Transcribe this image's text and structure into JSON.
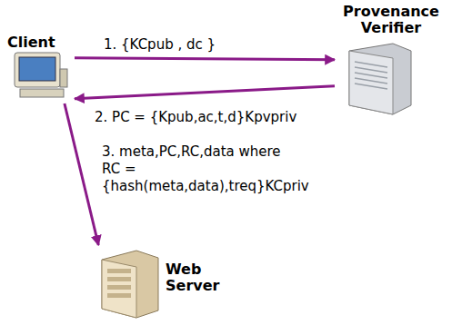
{
  "diagram": {
    "nodes": [
      {
        "text": [
          "Client"
        ]
      },
      {
        "text": [
          "Provenance Verifier"
        ]
      },
      {
        "text": [
          "Web Server"
        ]
      }
    ],
    "edges": [
      {
        "from": 0,
        "to": 1,
        "arrow": "to",
        "label": "1. {KCpub , dc }"
      },
      {
        "from": 1,
        "to": 0,
        "arrow": "to",
        "label": "2. PC = {Kpub,ac,t,d}Kpvpriv"
      },
      {
        "from": 0,
        "to": 2,
        "arrow": "to",
        "label": "3. meta,PC,RC,data where RC = {hash(meta,data),treq}KCpriv"
      }
    ]
  }
}
